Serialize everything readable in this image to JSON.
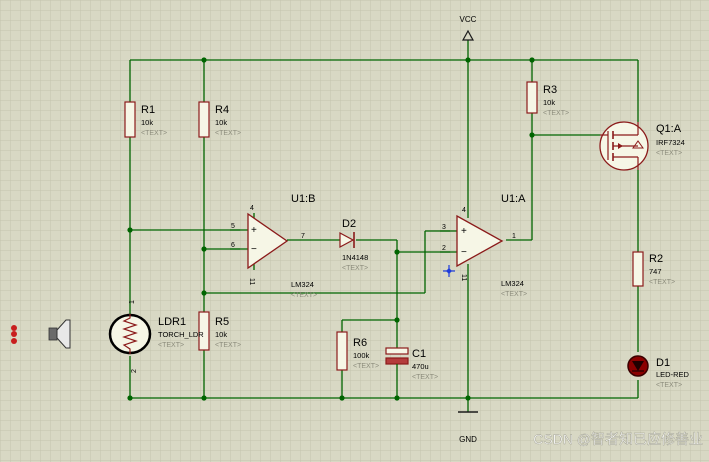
{
  "colors": {
    "background": "#d8d8c4",
    "grid": "#c4c4ae",
    "wire": "#006400",
    "body_fill": "#f6f6e6",
    "body_stroke": "#8b1a1a",
    "label": "#000000",
    "text_tag": "#8c8c7c",
    "led": "#8b0000",
    "probe": "#1e3cdc"
  },
  "power": {
    "vcc": "VCC",
    "gnd": "GND"
  },
  "components": {
    "r1": {
      "ref": "R1",
      "value": "10k",
      "tag": "<TEXT>"
    },
    "r4": {
      "ref": "R4",
      "value": "10k",
      "tag": "<TEXT>"
    },
    "r3": {
      "ref": "R3",
      "value": "10k",
      "tag": "<TEXT>"
    },
    "r5": {
      "ref": "R5",
      "value": "10k",
      "tag": "<TEXT>"
    },
    "r6": {
      "ref": "R6",
      "value": "100k",
      "tag": "<TEXT>"
    },
    "r2": {
      "ref": "R2",
      "value": "747",
      "tag": "<TEXT>"
    },
    "c1": {
      "ref": "C1",
      "value": "470u",
      "tag": "<TEXT>"
    },
    "d2": {
      "ref": "D2",
      "value": "1N4148",
      "tag": "<TEXT>"
    },
    "d1": {
      "ref": "D1",
      "value": "LED-RED",
      "tag": "<TEXT>"
    },
    "q1": {
      "ref": "Q1:A",
      "value": "IRF7324",
      "tag": "<TEXT>"
    },
    "ldr1": {
      "ref": "LDR1",
      "value": "TORCH_LDR",
      "tag": "<TEXT>",
      "pin1": "1",
      "pin2": "2"
    },
    "u1b": {
      "ref": "U1:B",
      "value": "LM324",
      "tag": "<TEXT>",
      "pin_plus": "5",
      "pin_minus": "6",
      "pin_out": "7",
      "pin_vcc": "4",
      "pin_gnd": "11",
      "sign_plus": "+",
      "sign_minus": "−"
    },
    "u1a": {
      "ref": "U1:A",
      "value": "LM324",
      "tag": "<TEXT>",
      "pin_plus": "3",
      "pin_minus": "2",
      "pin_out": "1",
      "pin_vcc": "4",
      "pin_gnd": "11",
      "sign_plus": "+",
      "sign_minus": "−"
    }
  },
  "watermark": "CSDN @智者知已应修善业"
}
